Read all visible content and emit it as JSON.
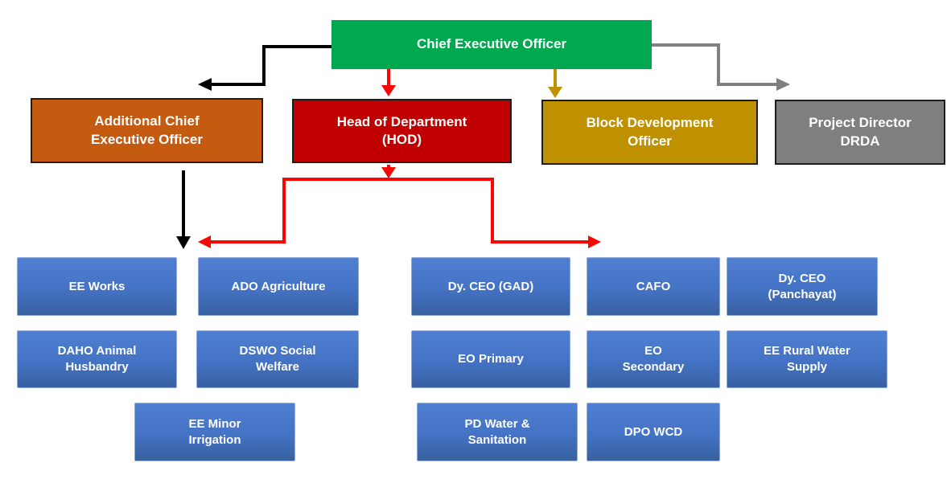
{
  "chart_title": "",
  "nodes": {
    "ceo": {
      "label": [
        "Chief Executive Officer"
      ],
      "color": "#00a94f",
      "level": 1
    },
    "aceo": {
      "label": [
        "Additional Chief",
        "Executive Officer"
      ],
      "color": "#c55a11",
      "level": 2
    },
    "hod": {
      "label": [
        "Head of Department",
        "(HOD)"
      ],
      "color": "#c00000",
      "level": 2
    },
    "bdo": {
      "label": [
        "Block Development",
        "Officer"
      ],
      "color": "#bf9000",
      "level": 2
    },
    "pd_drda": {
      "label": [
        "Project Director",
        "DRDA"
      ],
      "color": "#7f7f7f",
      "level": 2
    },
    "ee_works": {
      "label": [
        "EE Works"
      ],
      "color": "#4472c4",
      "level": 3
    },
    "ado": {
      "label": [
        "ADO Agriculture"
      ],
      "color": "#4472c4",
      "level": 3
    },
    "dyceo_gad": {
      "label": [
        "Dy. CEO (GAD)"
      ],
      "color": "#4472c4",
      "level": 3
    },
    "cafo": {
      "label": [
        "CAFO"
      ],
      "color": "#4472c4",
      "level": 3
    },
    "dyceo_pan": {
      "label": [
        "Dy. CEO",
        "(Panchayat)"
      ],
      "color": "#4472c4",
      "level": 3
    },
    "daho": {
      "label": [
        "DAHO Animal",
        "Husbandry"
      ],
      "color": "#4472c4",
      "level": 3
    },
    "dswo": {
      "label": [
        "DSWO Social",
        "Welfare"
      ],
      "color": "#4472c4",
      "level": 3
    },
    "eo_primary": {
      "label": [
        "EO Primary"
      ],
      "color": "#4472c4",
      "level": 3
    },
    "eo_secondary": {
      "label": [
        "EO",
        "Secondary"
      ],
      "color": "#4472c4",
      "level": 3
    },
    "ee_rural": {
      "label": [
        "EE Rural Water",
        "Supply"
      ],
      "color": "#4472c4",
      "level": 3
    },
    "ee_minor": {
      "label": [
        "EE Minor",
        "Irrigation"
      ],
      "color": "#4472c4",
      "level": 3
    },
    "pd_water": {
      "label": [
        "PD Water &",
        "Sanitation"
      ],
      "color": "#4472c4",
      "level": 3
    },
    "dpo_wcd": {
      "label": [
        "DPO WCD"
      ],
      "color": "#4472c4",
      "level": 3
    }
  },
  "edges": [
    {
      "from": "ceo",
      "to": "aceo",
      "color": "#000000",
      "style": "elbow-left-arrow"
    },
    {
      "from": "ceo",
      "to": "hod",
      "color": "#fb0505",
      "style": "straight-down-arrow"
    },
    {
      "from": "ceo",
      "to": "bdo",
      "color": "#bf9000",
      "style": "straight-down-arrow"
    },
    {
      "from": "ceo",
      "to": "pd_drda",
      "color": "#7f7f7f",
      "style": "elbow-right-arrow"
    },
    {
      "from": "aceo",
      "to": "left-department-column",
      "color": "#000000",
      "style": "straight-down-arrow"
    },
    {
      "from": "hod",
      "to": "department-branch-bar",
      "color": "#fb0505",
      "style": "straight-down-arrow"
    },
    {
      "from": "department-branch-bar",
      "to": "left-department-group",
      "color": "#fb0505",
      "style": "elbow-left-arrow"
    },
    {
      "from": "department-branch-bar",
      "to": "right-department-group",
      "color": "#fb0505",
      "style": "elbow-right-arrow"
    }
  ],
  "colors": {
    "ceo_green": "#00a94f",
    "aceo_orange": "#c55a11",
    "hod_red": "#c00000",
    "bdo_gold": "#bf9000",
    "drda_gray": "#7f7f7f",
    "department_blue": "#4472c4",
    "arrow_red": "#fb0505",
    "arrow_black": "#000000",
    "arrow_gray": "#7f7f7f",
    "arrow_gold": "#bf9000",
    "background": "#ffffff"
  }
}
